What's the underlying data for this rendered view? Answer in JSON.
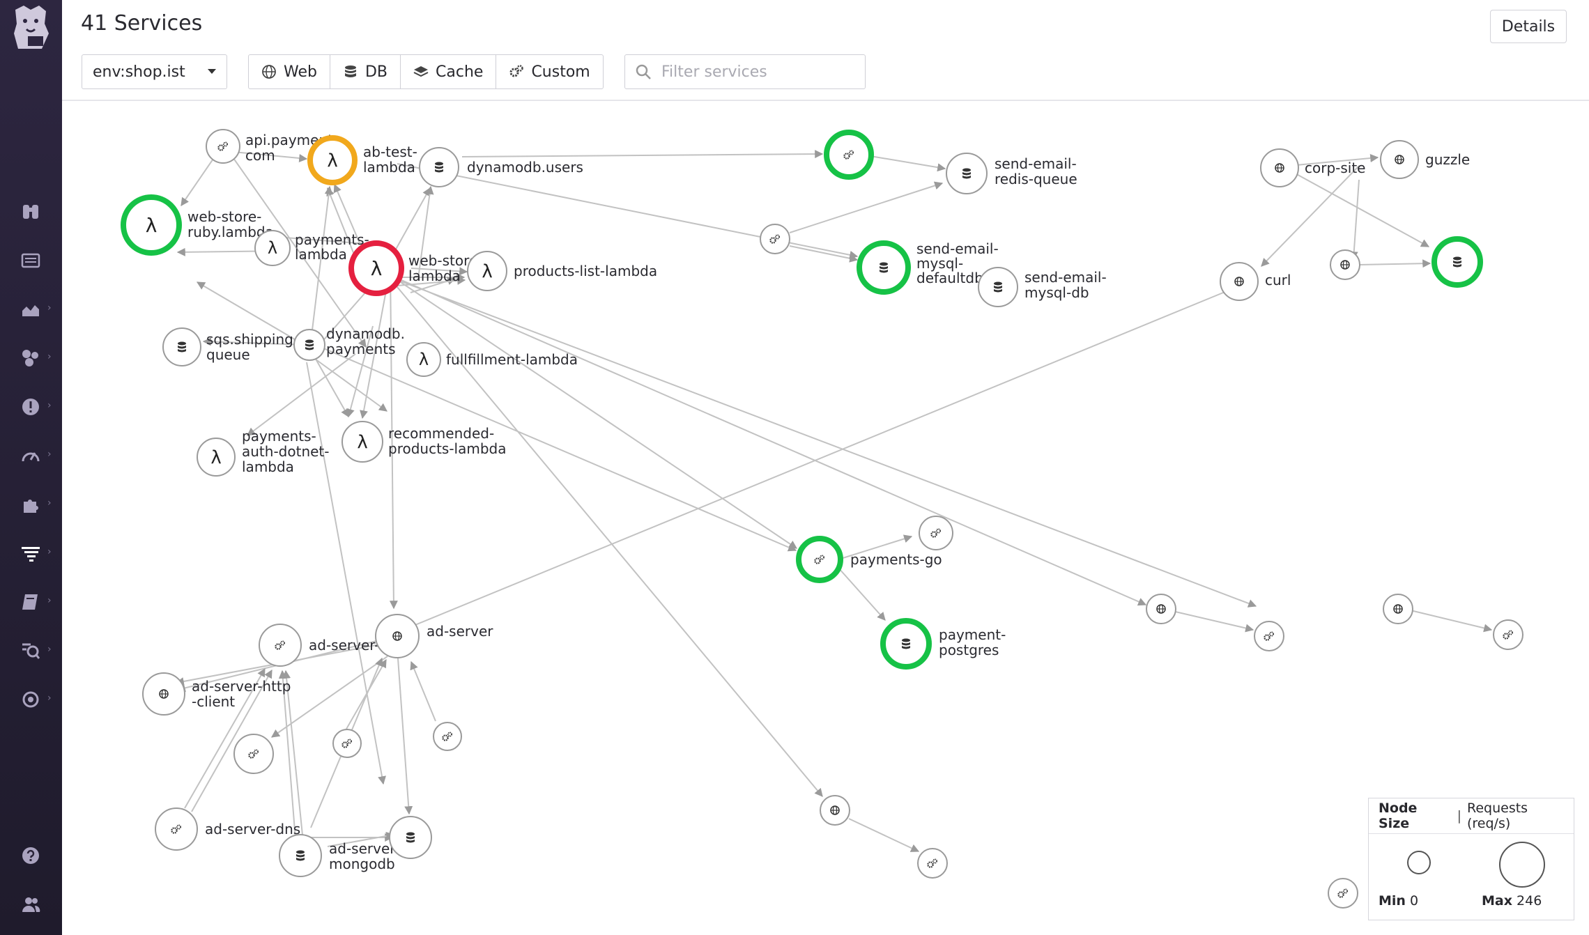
{
  "header": {
    "title": "41 Services",
    "details_label": "Details",
    "env_value": "env:shop.ist",
    "filters": [
      {
        "label": "Web",
        "icon": "globe-icon"
      },
      {
        "label": "DB",
        "icon": "database-icon"
      },
      {
        "label": "Cache",
        "icon": "layers-icon"
      },
      {
        "label": "Custom",
        "icon": "gears-icon"
      }
    ],
    "search_placeholder": "Filter services"
  },
  "sidebar": {
    "items": [
      {
        "name": "binoculars-icon"
      },
      {
        "name": "list-icon"
      },
      {
        "name": "area-chart-icon"
      },
      {
        "name": "hexagons-icon"
      },
      {
        "name": "alert-icon"
      },
      {
        "name": "gauge-icon"
      },
      {
        "name": "puzzle-icon"
      },
      {
        "name": "apm-icon"
      },
      {
        "name": "notebook-icon"
      },
      {
        "name": "synthetics-icon"
      },
      {
        "name": "security-icon"
      },
      {
        "name": "help-icon"
      },
      {
        "name": "team-icon"
      }
    ]
  },
  "graph": {
    "node_labels": {
      "api_payment": [
        "api.payment.",
        "com"
      ],
      "ab_test_lambda": [
        "ab-test-",
        "lambda"
      ],
      "dynamodb_users": [
        "dynamodb.users"
      ],
      "web_store_ruby": [
        "web-store-",
        "ruby.lambda"
      ],
      "payments_lambda": [
        "payments-",
        "lambda"
      ],
      "web_store_lambda": [
        "web-store-",
        "lambda"
      ],
      "products_list": [
        "products-list-lambda"
      ],
      "sqs_shipping": [
        "sqs.shipping-",
        "queue"
      ],
      "dynamodb_payments": [
        "dynamodb.",
        "payments"
      ],
      "fullfillment": [
        "fullfillment-lambda"
      ],
      "payments_auth": [
        "payments-",
        "auth-dotnet-",
        "lambda"
      ],
      "recommended": [
        "recommended-",
        "products-lambda"
      ],
      "send_email_redis": [
        "send-email-",
        "redis-queue"
      ],
      "send_email_mysql_default": [
        "send-email-",
        "mysql-",
        "defaultdb"
      ],
      "send_email_mysql_db": [
        "send-email-",
        "mysql-db"
      ],
      "corp_site": [
        "corp-site"
      ],
      "guzzle": [
        "guzzle"
      ],
      "curl": [
        "curl"
      ],
      "payments_go": [
        "payments-go"
      ],
      "payment_postgres": [
        "payment-",
        "postgres"
      ],
      "ad_server_tcp": [
        "ad-server-tcp"
      ],
      "ad_server": [
        "ad-server"
      ],
      "ad_server_http": [
        "ad-server-http",
        "-client"
      ],
      "ad_server_dns": [
        "ad-server-dns"
      ],
      "ad_server_mongodb": [
        "ad-server-",
        "mongodb"
      ]
    },
    "status_colors": {
      "ok": "#16c246",
      "warn": "#f1a81c",
      "error": "#e5203f"
    }
  },
  "legend": {
    "title": "Node Size",
    "metric": "Requests (req/s)",
    "min_label": "Min",
    "min_value": "0",
    "max_label": "Max",
    "max_value": "246"
  }
}
